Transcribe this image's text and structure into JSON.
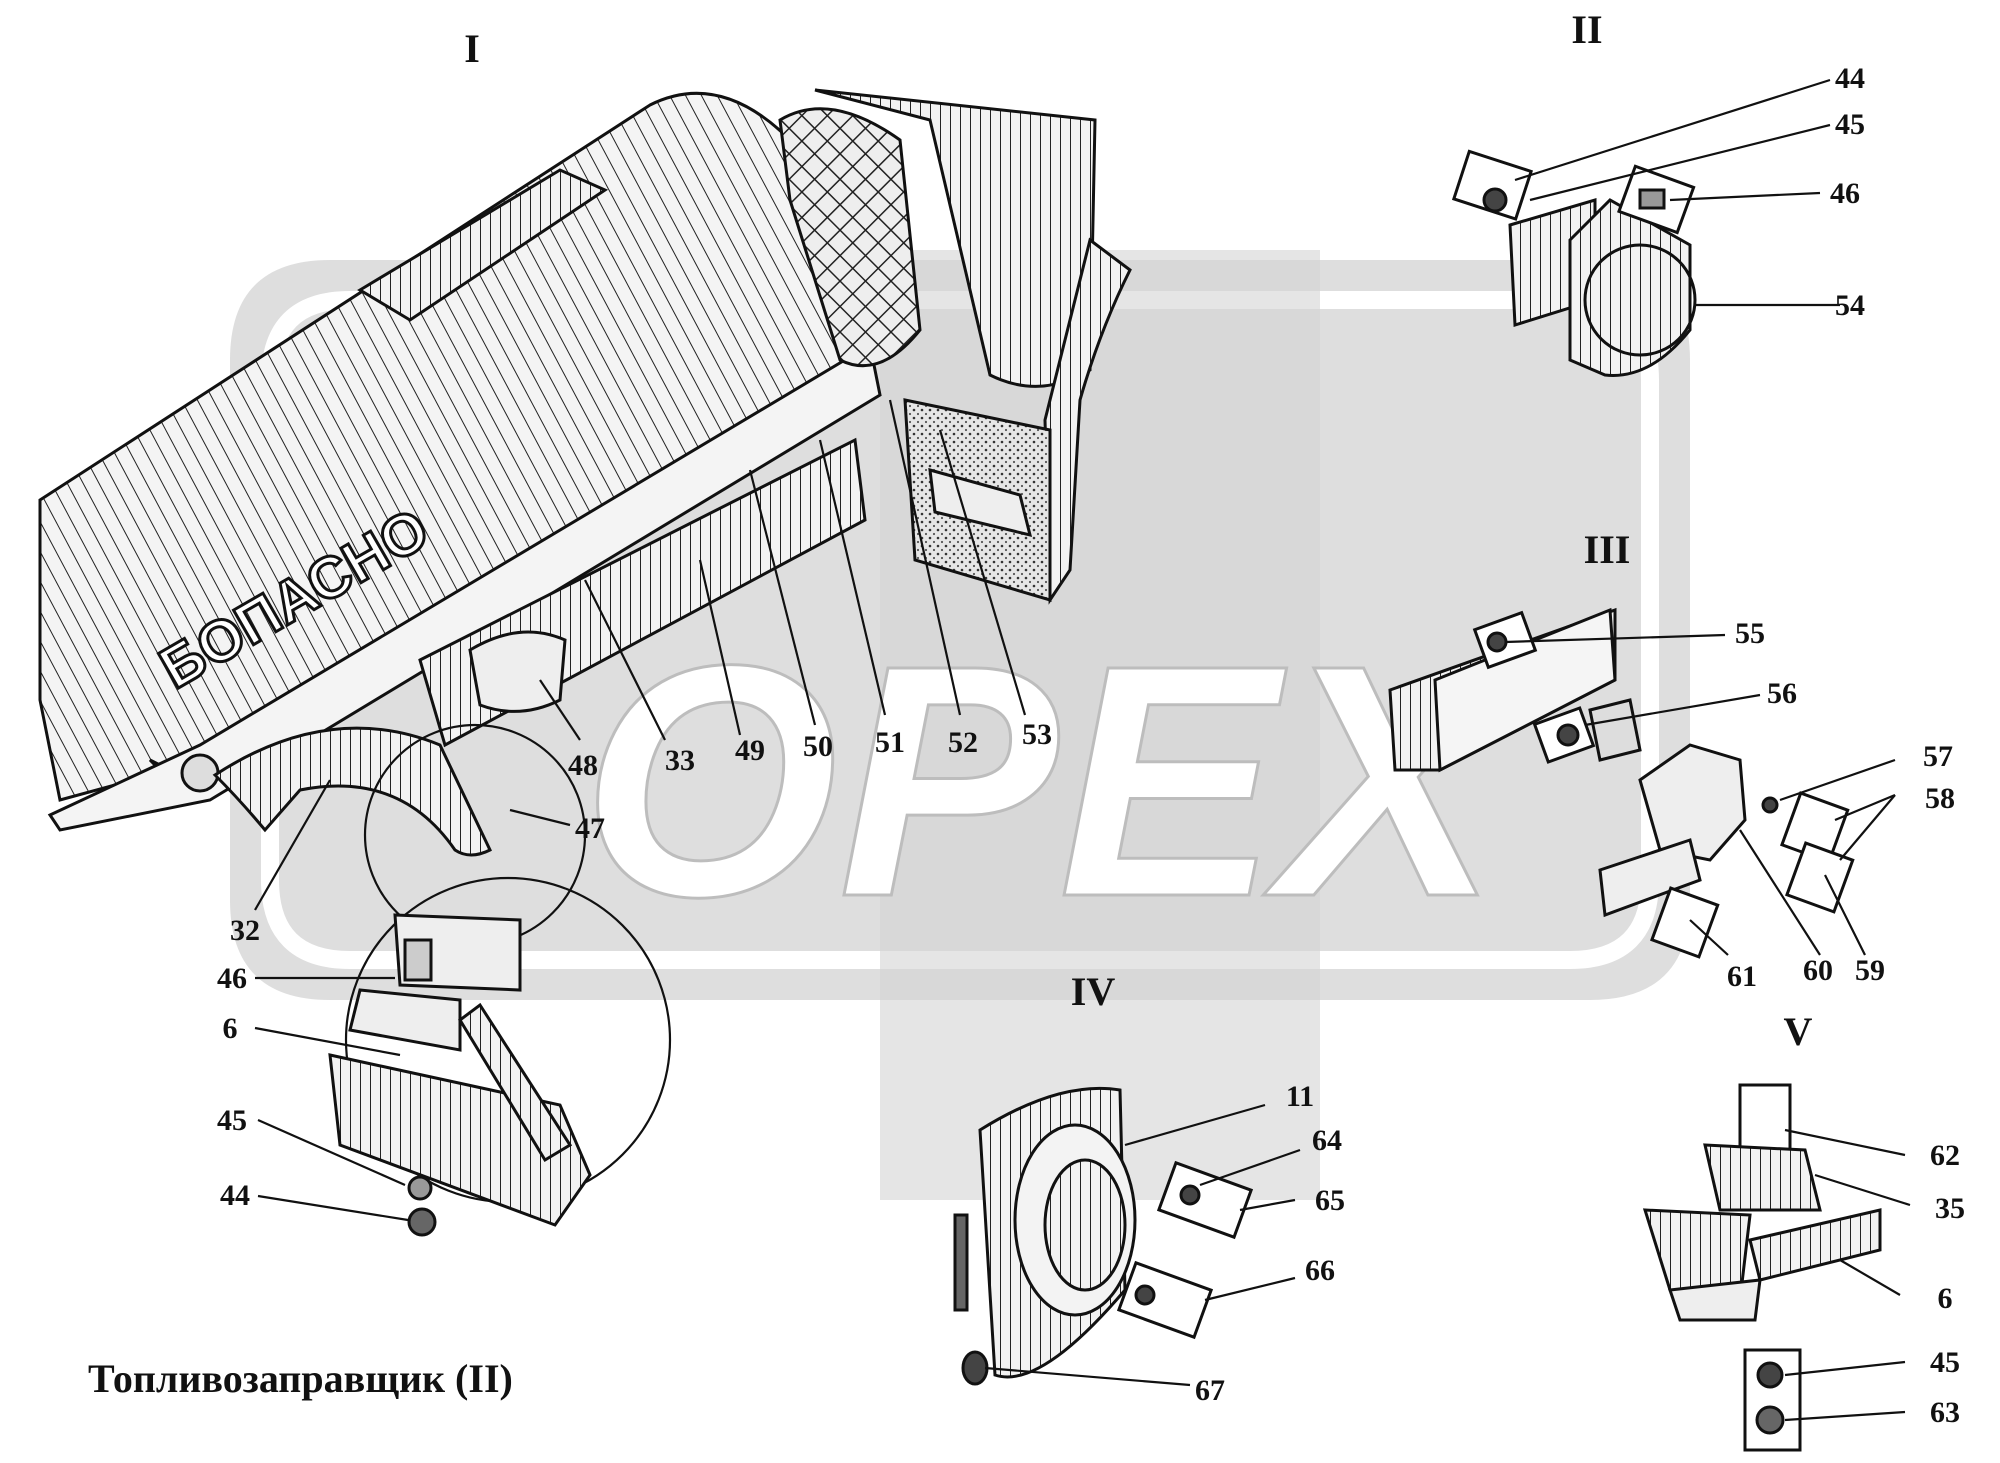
{
  "caption": "Топливозаправщик (II)",
  "tank_lettering": "БОПАСНО",
  "watermark": "OPEX",
  "colors": {
    "background": "#ffffff",
    "watermark_fill": "#dcdcdc",
    "line": "#111111"
  },
  "views": {
    "I": "I",
    "II": "II",
    "III": "III",
    "IV": "IV",
    "V": "V"
  },
  "callouts": {
    "view_I": [
      "32",
      "33",
      "47",
      "48",
      "49",
      "50",
      "51",
      "52",
      "53"
    ],
    "view_I_detail": [
      "46",
      "6",
      "45",
      "44"
    ],
    "view_II": [
      "44",
      "45",
      "46",
      "54"
    ],
    "view_III": [
      "55",
      "56",
      "57",
      "58",
      "59",
      "60",
      "61"
    ],
    "view_IV": [
      "11",
      "64",
      "65",
      "66",
      "67"
    ],
    "view_V": [
      "62",
      "35",
      "6",
      "45",
      "63"
    ]
  }
}
